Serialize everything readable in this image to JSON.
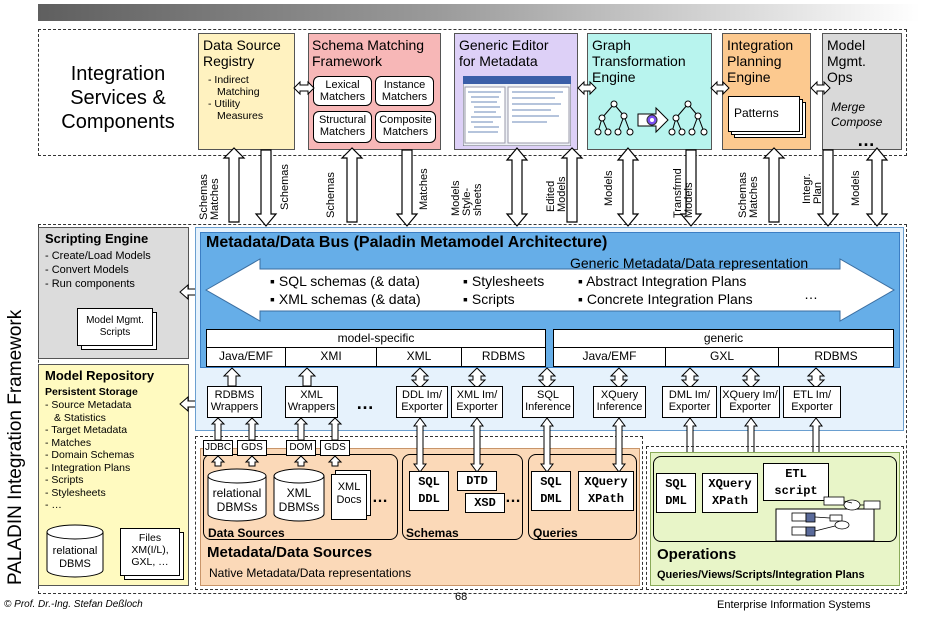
{
  "header_bar": {
    "gradient_from": "#6b6b6b",
    "gradient_to": "#ffffff"
  },
  "top": {
    "title": [
      "Integration",
      "Services &",
      "Components"
    ],
    "dsr": {
      "title": [
        "Data Source",
        "Registry"
      ],
      "items": [
        "- Indirect",
        "  Matching",
        "- Utility",
        "  Measures"
      ]
    },
    "smf": {
      "title": [
        "Schema Matching",
        "Framework"
      ],
      "boxes": [
        [
          "Lexical",
          "Matchers"
        ],
        [
          "Instance",
          "Matchers"
        ],
        [
          "Structural",
          "Matchers"
        ],
        [
          "Composite",
          "Matchers"
        ]
      ]
    },
    "ge": {
      "title": [
        "Generic Editor",
        "for Metadata"
      ]
    },
    "gt": {
      "title": [
        "Graph",
        "Transformation",
        "Engine"
      ]
    },
    "ip": {
      "title": [
        "Integration",
        "Planning",
        "Engine"
      ],
      "patterns": "Patterns"
    },
    "mm": {
      "title": [
        "Model",
        "Mgmt.",
        "Ops"
      ],
      "ops": [
        "Merge",
        "Compose"
      ],
      "more": "…"
    }
  },
  "arrow_labels": {
    "a1": [
      "Schemas",
      "Matches"
    ],
    "a2": [
      "Schemas"
    ],
    "a3": [
      "Schemas"
    ],
    "a4": [
      "Matches"
    ],
    "a5": [
      "Models",
      "Style-",
      "sheets"
    ],
    "a6": [
      "Edited",
      "Models"
    ],
    "a7": [
      "Models"
    ],
    "a8": [
      "Transfrmd",
      "Models"
    ],
    "a9": [
      "Schemas",
      "Matches"
    ],
    "a10": [
      "Integr.",
      "Plan"
    ],
    "a11": [
      "Models"
    ]
  },
  "framework_label": "PALADIN Integration Framework",
  "scripting": {
    "title": "Scripting Engine",
    "items": [
      "- Create/Load Models",
      "- Convert Models",
      "- Run components"
    ],
    "doc": [
      "Model Mgmt.",
      "Scripts"
    ]
  },
  "repository": {
    "title": "Model Repository",
    "sub": "Persistent Storage",
    "items": [
      "- Source Metadata",
      "  & Statistics",
      "- Target Metadata",
      "- Matches",
      "- Domain Schemas",
      "- Integration Plans",
      "- Scripts",
      "- Stylesheets",
      "- …"
    ],
    "db": [
      "relational",
      "DBMS"
    ],
    "files": [
      "Files",
      "XM(I/L),",
      "GXL, …"
    ]
  },
  "bus": {
    "title": "Metadata/Data Bus (Paladin Metamodel Architecture)",
    "generic_rep": "Generic Metadata/Data representation",
    "col1": [
      "▪ SQL schemas (& data)",
      "▪ XML schemas (& data)"
    ],
    "col2": [
      "▪ Stylesheets",
      "▪ Scripts"
    ],
    "col3": [
      "▪ Abstract Integration Plans",
      "▪ Concrete Integration Plans"
    ],
    "ellipsis": "…",
    "model_specific": "model-specific",
    "generic": "generic",
    "ms_cells": [
      "Java/EMF",
      "XMI",
      "XML",
      "RDBMS"
    ],
    "g_cells": [
      "Java/EMF",
      "GXL",
      "RDBMS"
    ]
  },
  "wrappers": [
    [
      "RDBMS",
      "Wrappers"
    ],
    [
      "XML",
      "Wrappers"
    ],
    [
      "DDL Im/",
      "Exporter"
    ],
    [
      "XML Im/",
      "Exporter"
    ],
    [
      "SQL",
      "Inference"
    ],
    [
      "XQuery",
      "Inference"
    ],
    [
      "DML Im/",
      "Exporter"
    ],
    [
      "XQuery Im/",
      "Exporter"
    ],
    [
      "ETL Im/",
      "Exporter"
    ]
  ],
  "wrappers_ellipsis": "…",
  "sources": {
    "tags": [
      "JDBC",
      "GDS",
      "DOM",
      "GDS"
    ],
    "db1": [
      "relational",
      "DBMSs"
    ],
    "db2": [
      "XML",
      "DBMSs"
    ],
    "docs": [
      "XML",
      "Docs"
    ],
    "data_sources": "Data Sources",
    "schemas_codes": [
      [
        "SQL",
        "DDL"
      ],
      [
        "DTD"
      ],
      [
        "XSD"
      ]
    ],
    "schemas": "Schemas",
    "queries_codes": [
      [
        "SQL",
        "DML"
      ],
      [
        "XQuery",
        "XPath"
      ]
    ],
    "queries": "Queries",
    "title": "Metadata/Data Sources",
    "sub": "Native Metadata/Data representations"
  },
  "operations": {
    "codes": [
      [
        "SQL",
        "DML"
      ],
      [
        "XQuery",
        "XPath"
      ],
      [
        "ETL",
        "script"
      ]
    ],
    "title": "Operations",
    "sub": "Queries/Views/Scripts/Integration Plans"
  },
  "footer": {
    "author": "© Prof. Dr.-Ing. Stefan Deßloch",
    "page": "68",
    "course": "Enterprise Information Systems"
  },
  "colors": {
    "dsr": "#fff2c0",
    "smf": "#f7b7b7",
    "ge": "#ddd0f7",
    "gt": "#b8f4ee",
    "ip": "#fcc98f",
    "mm": "#d9d9d9",
    "bus": "#66aee8",
    "bus_outer": "#e6f2fc",
    "src": "#fbd9b8",
    "ops": "#e8f5c8",
    "script": "#dcdcdc",
    "repo": "#fffac0"
  }
}
